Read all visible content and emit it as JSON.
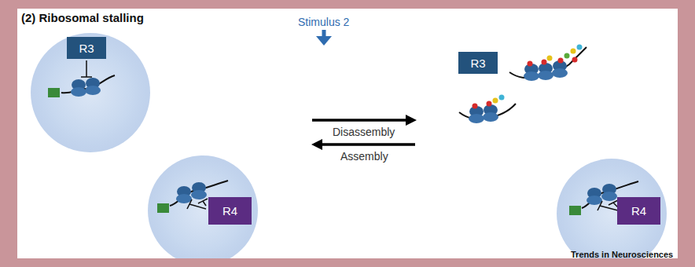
{
  "diagram": {
    "title": "(2) Ribosomal stalling",
    "nodes": [
      {
        "text": [
          "R3"
        ]
      },
      {
        "text": [
          "R4"
        ]
      },
      {
        "text": [
          "R3"
        ]
      },
      {
        "text": [
          "R4"
        ]
      }
    ],
    "labels": [
      "Stimulus 2",
      "Disassembly",
      "Assembly",
      "Trends in Neurosciences"
    ]
  }
}
